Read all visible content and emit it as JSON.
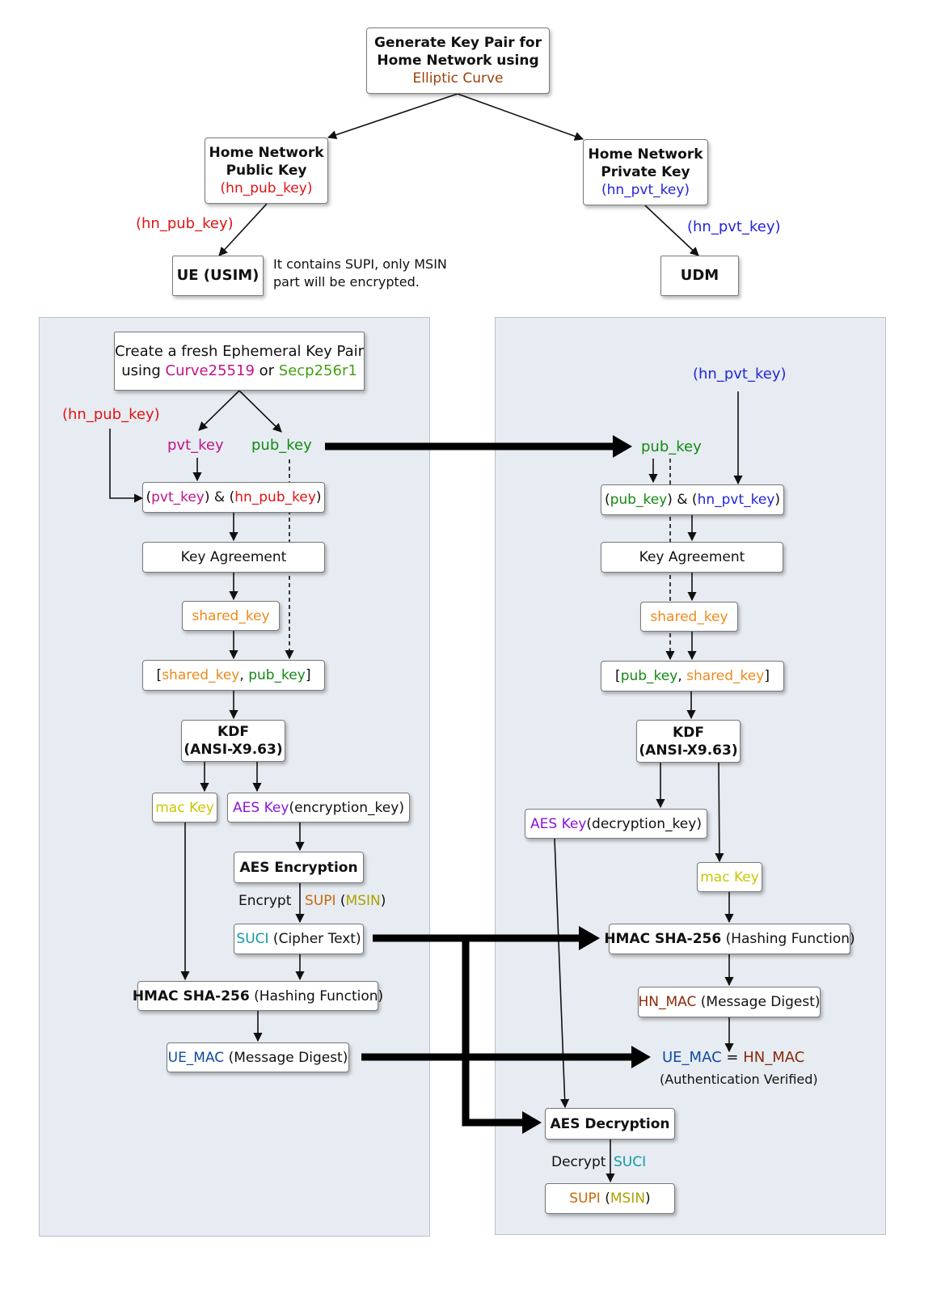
{
  "colors": {
    "hn_pub_key": "#e01414",
    "hn_pvt_key": "#2424d8",
    "pvt_key": "#c0148a",
    "pub_key": "#138a13",
    "shared_key": "#ee8a1c",
    "aes_key": "#8a14d8",
    "mac_key": "#c8c800",
    "suci": "#129aa6",
    "supi": "#c86a0a",
    "msin": "#b0a000",
    "ue_mac": "#124aa0",
    "hn_mac": "#8a2a0a",
    "elliptic": "#a0400a",
    "curve25519": "#c0148a",
    "secp256r1": "#43a012",
    "panel": "#e6ecf1"
  },
  "top": {
    "gen": {
      "line1": "Generate Key Pair for",
      "line2": "Home Network using",
      "line3": "Elliptic Curve"
    },
    "pub_box": {
      "line1": "Home Network",
      "line2": "Public Key",
      "line3": "(hn_pub_key)"
    },
    "pvt_box": {
      "line1": "Home Network",
      "line2": "Private Key",
      "line3": "(hn_pvt_key)"
    },
    "pub_edge_label": "(hn_pub_key)",
    "pvt_edge_label": "(hn_pvt_key)",
    "ue": "UE (USIM)",
    "udm": "UDM",
    "ue_note1": "It contains SUPI, only MSIN",
    "ue_note2": "part will be encrypted."
  },
  "left": {
    "eph": {
      "line1": "Create a fresh Ephemeral Key Pair",
      "using": "using ",
      "curve": "Curve25519",
      "or": " or ",
      "secp": "Secp256r1"
    },
    "hn_pub_label": "(hn_pub_key)",
    "pvt_key": "pvt_key",
    "pub_key": "pub_key",
    "combo": {
      "p1": "(",
      "a": "pvt_key",
      "p2": ") & (",
      "b": "hn_pub_key",
      "p3": ")"
    },
    "key_agreement": "Key Agreement",
    "shared_key": "shared_key",
    "combo2": {
      "p1": "[",
      "a": "shared_key",
      "p2": ", ",
      "b": "pub_key",
      "p3": "]"
    },
    "kdf": {
      "line1": "KDF",
      "line2": "(ANSI-X9.63)"
    },
    "mac_key": "mac Key",
    "aes_key": {
      "a": "AES Key",
      "b": "(encryption_key)"
    },
    "aes_enc": "AES Encryption",
    "encrypt": "Encrypt",
    "supi_msin": {
      "a": "SUPI",
      "p1": " (",
      "b": "MSIN",
      "p2": ")"
    },
    "suci": {
      "a": "SUCI",
      "b": " (Cipher Text)"
    },
    "hmac": {
      "a": "HMAC SHA-256",
      "b": " (Hashing Function)"
    },
    "ue_mac": {
      "a": "UE_MAC",
      "b": " (Message Digest)"
    }
  },
  "right": {
    "hn_pvt_label": "(hn_pvt_key)",
    "pub_key": "pub_key",
    "combo": {
      "p1": "(",
      "a": "pub_key",
      "p2": ") & (",
      "b": "hn_pvt_key",
      "p3": ")"
    },
    "key_agreement": "Key Agreement",
    "shared_key": "shared_key",
    "combo2": {
      "p1": "[",
      "a": "pub_key",
      "p2": ", ",
      "b": "shared_key",
      "p3": "]"
    },
    "kdf": {
      "line1": "KDF",
      "line2": "(ANSI-X9.63)"
    },
    "aes_key": {
      "a": "AES Key",
      "b": "(decryption_key)"
    },
    "mac_key": "mac Key",
    "hmac": {
      "a": "HMAC SHA-256",
      "b": " (Hashing Function)"
    },
    "hn_mac": {
      "a": "HN_MAC",
      "b": " (Message Digest)"
    },
    "verify": {
      "a": "UE_MAC",
      "eq": " = ",
      "b": "HN_MAC"
    },
    "auth": "(Authentication Verified)",
    "aes_dec": "AES Decryption",
    "decrypt": "Decrypt",
    "suci": "SUCI",
    "supi_msin": {
      "a": "SUPI",
      "p1": " (",
      "b": "MSIN",
      "p2": ")"
    }
  }
}
